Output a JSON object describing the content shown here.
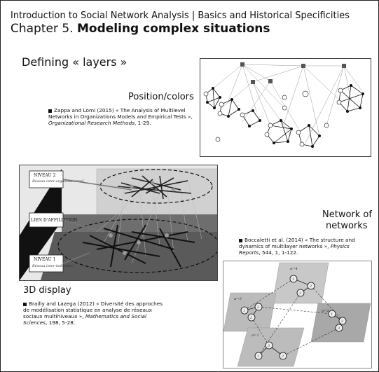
{
  "header": {
    "course": "Introduction to Social Network Analysis | Basics and Historical Specificities",
    "chapter_prefix": "Chapter 5.",
    "chapter_title": "Modeling complex situations"
  },
  "section_title": "Defining « layers »",
  "position_colors": {
    "label": "Position/colors",
    "ref_authors": "Zappa and Lomi (2015) « The Analysis of Multilevel Networks in Organizations Models and Empirical Tests », ",
    "ref_journal": "Organizational Research Methods",
    "ref_tail": ", 1-29."
  },
  "display_3d": {
    "label": "3D display",
    "ref_authors": "Brailly and Lazega (2012) « Diversité des approches de modélisation statistique en analyse de réseaux sociaux multiniveaux », ",
    "ref_journal": "Mathematics and Social Sciences",
    "ref_tail": ", 198, 5-28.",
    "figure_labels": {
      "niveau2": "NIVEAU 2",
      "niveau2_sub": "Réseau inter-organisationnel",
      "lien": "LIEN D'AFFILIATION",
      "niveau1": "NIVEAU 1",
      "niveau1_sub": "Réseau inter-individuel"
    }
  },
  "network_of_networks": {
    "label_line1": "Network of",
    "label_line2": "networks",
    "ref_authors": "Boccaletti et al. (2014) « The structure and dynamics of multilayer networks », ",
    "ref_journal": "Physics Reports",
    "ref_tail": ", 544, 1, 1-122.",
    "figure_layer_labels": [
      "α=4",
      "α=3",
      "α=2",
      "α=1"
    ],
    "node_labels": [
      "1",
      "2",
      "3"
    ]
  }
}
